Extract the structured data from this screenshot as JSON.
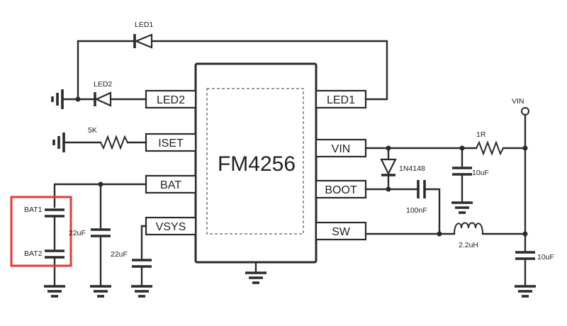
{
  "chip": {
    "name": "FM4256"
  },
  "pins_left": [
    {
      "key": "led2",
      "label": "LED2"
    },
    {
      "key": "iset",
      "label": "ISET"
    },
    {
      "key": "bat",
      "label": "BAT"
    },
    {
      "key": "vsys",
      "label": "VSYS"
    }
  ],
  "pins_right": [
    {
      "key": "led1",
      "label": "LED1"
    },
    {
      "key": "vin",
      "label": "VIN"
    },
    {
      "key": "boot",
      "label": "BOOT"
    },
    {
      "key": "sw",
      "label": "SW"
    }
  ],
  "components": {
    "led1": "LED1",
    "led2": "LED2",
    "r_iset": "5K",
    "r_vin": "1R",
    "diode": "1N4148",
    "c_vin": "10uF",
    "c_boot": "100nF",
    "inductor": "2.2uH",
    "c_out": "10uF",
    "c_bat": "22uF",
    "c_vsys": "22uF",
    "bat1": "BAT1",
    "bat2": "BAT2",
    "vin_terminal": "VIN"
  },
  "colors": {
    "highlight": "#e53935",
    "ink": "#2b2b2b"
  }
}
